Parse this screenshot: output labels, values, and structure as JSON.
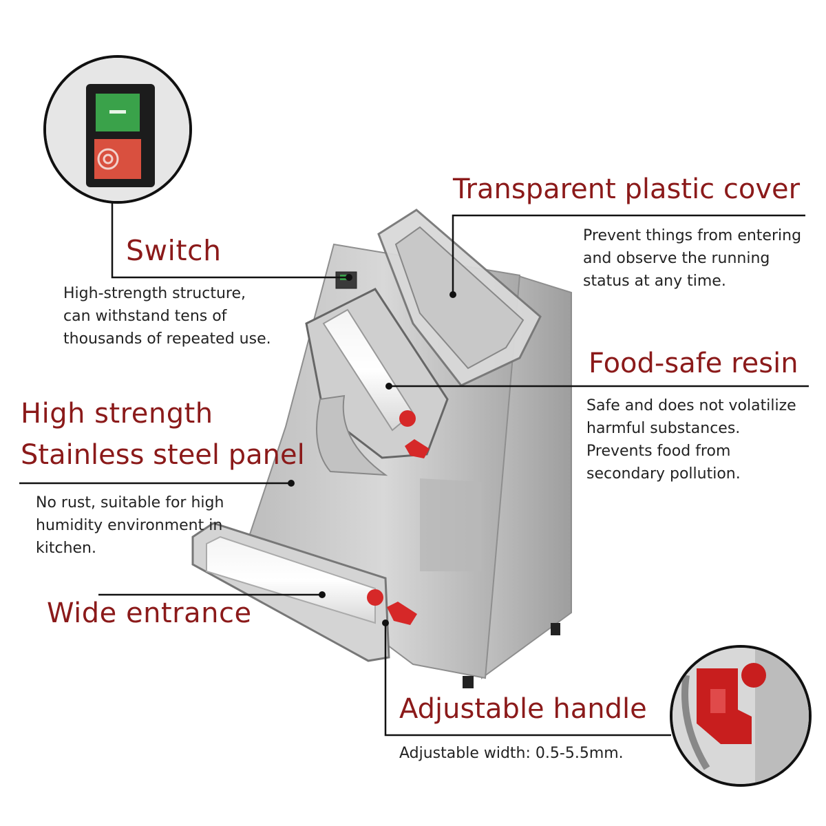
{
  "callouts": {
    "switch": {
      "title": "Switch",
      "desc": [
        "High-strength structure,",
        "can withstand tens of",
        "thousands of repeated use."
      ]
    },
    "cover": {
      "title": "Transparent plastic cover",
      "desc": [
        "Prevent things from entering",
        "and observe the running",
        "status at any time."
      ]
    },
    "resin": {
      "title": "Food-safe resin",
      "desc": [
        "Safe and does not volatilize",
        "harmful substances.",
        "Prevents food from",
        "secondary pollution."
      ]
    },
    "panel": {
      "title_line1": "High strength",
      "title_line2": "Stainless steel panel",
      "desc": [
        "No rust, suitable for high",
        "humidity environment in",
        "kitchen."
      ]
    },
    "entrance": {
      "title": "Wide entrance"
    },
    "handle": {
      "title": "Adjustable handle",
      "desc": [
        "Adjustable width: 0.5-5.5mm."
      ]
    }
  },
  "colors": {
    "title": "#8b1a1a",
    "text": "#222222",
    "leader": "#111111",
    "steel": "#c9c9c9",
    "switch_green": "#3aa24a",
    "switch_red": "#d9503f",
    "knob_red": "#d62828"
  },
  "icons": [
    "switch-inset",
    "handle-inset",
    "machine-illustration"
  ]
}
